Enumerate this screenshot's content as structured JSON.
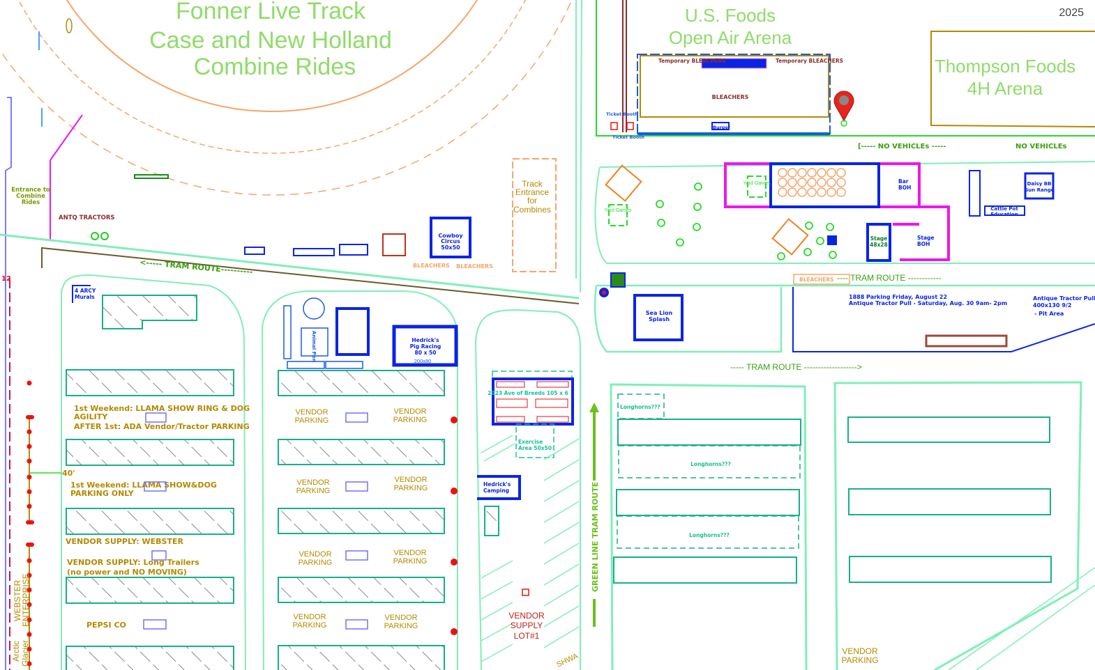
{
  "year": "2025",
  "areas": {
    "track_title": "Fonner Live Track",
    "combine_line1": "Case and New Holland",
    "combine_line2": "Combine Rides",
    "usfoods_line1": "U.S. Foods",
    "usfoods_line2": "Open Air Arena",
    "thompson_line1": "Thompson Foods",
    "thompson_line2": "4H Arena",
    "temp_bleachers": "Temporary BLEACHERS",
    "bleachers": "BLEACHERS",
    "ticket_booth": "Ticket Booth",
    "burger": "Burger",
    "no_vehicles_1": "[----- NO VEHICLEs  -----",
    "no_vehicles_2": "NO VEHICLEs",
    "entrance_combine": [
      "Entrance to",
      "Combine",
      "Rides"
    ],
    "antq_tractors": "ANTQ TRACTORS",
    "track_entrance": [
      "Track",
      "Entrance",
      "for",
      "Combines"
    ],
    "tram_route": "<----- TRAM ROUTE----------",
    "tram_route_2": "---- TRAM ROUTE ------------",
    "tram_route_3": "----- TRAM ROUTE ------------------->",
    "cowboy_circus": [
      "Cowboy",
      "Circus",
      "50x50"
    ],
    "arcy_murals": [
      "4 ARCY",
      "Murals"
    ],
    "animal_pen": "Animal Pen",
    "pig_racing": [
      "Hedrick's",
      "Pig Racing",
      "80 x 50",
      "200x80"
    ],
    "ave_of_breeds": "2023 Ave of Breeds 105 x 6",
    "exercise_area": [
      "Exercise",
      "Area 50x50"
    ],
    "hedricks_camping": [
      "Hedrick's",
      "Camping"
    ],
    "vendor_supply_lot": [
      "VENDOR",
      "SUPPLY",
      "LOT#1"
    ],
    "green_line": "GREEN LINE TRAM ROUTE",
    "yard_games": "Yard Games",
    "bar_boh": [
      "Bar",
      "BOH"
    ],
    "stage": [
      "Stage",
      "48x28"
    ],
    "stage_boh": [
      "Stage",
      "BOH"
    ],
    "daisy": [
      "Daisy BB",
      "Gun Range"
    ],
    "cattle_pot": [
      "Cattle Pot",
      "Education"
    ],
    "sea_lion": [
      "Sea Lion",
      "Splash"
    ],
    "parking_1888": [
      "1888 Parking Friday, August 22",
      "Antique Tractor Pull - Saturday, Aug. 30 9am- 2pm"
    ],
    "antique_pull": [
      "Antique Tractor Pull",
      "400x130 9/2",
      "- Pit Area"
    ],
    "longhorns": "Longhorns???",
    "llama1": [
      "1st Weekend:  LLAMA SHOW RING & DOG",
      "AGILITY",
      "AFTER 1st:  ADA Vendor/Tractor PARKING"
    ],
    "llama2": [
      "1st Weekend:  LLAMA SHOW&DOG",
      "PARKING ONLY"
    ],
    "forty": "40'",
    "vendor_supply_webster": "VENDOR SUPPLY:   WEBSTER",
    "vendor_supply_long": [
      "VENDOR SUPPLY: Long Trailers",
      "(no power and NO MOVING)"
    ],
    "pepsi": "PEPSI CO",
    "webster_enterprise": [
      "WEBSTER",
      "ENTERPRISE"
    ],
    "arctic_glacier": [
      "Arctic",
      "Glacier"
    ],
    "vendor_parking": [
      "VENDOR",
      "PARKING"
    ],
    "twelve": "12",
    "shwa": "SHWA"
  },
  "colors": {
    "mint": "#7fefb8",
    "teal": "#16b08a",
    "blue": "#0a24e6",
    "magenta": "#ee16ee",
    "olive": "#b38a00",
    "brown": "#8b2e2e",
    "green": "#6cc01c",
    "orange": "#f7a56a",
    "red": "#e11"
  }
}
